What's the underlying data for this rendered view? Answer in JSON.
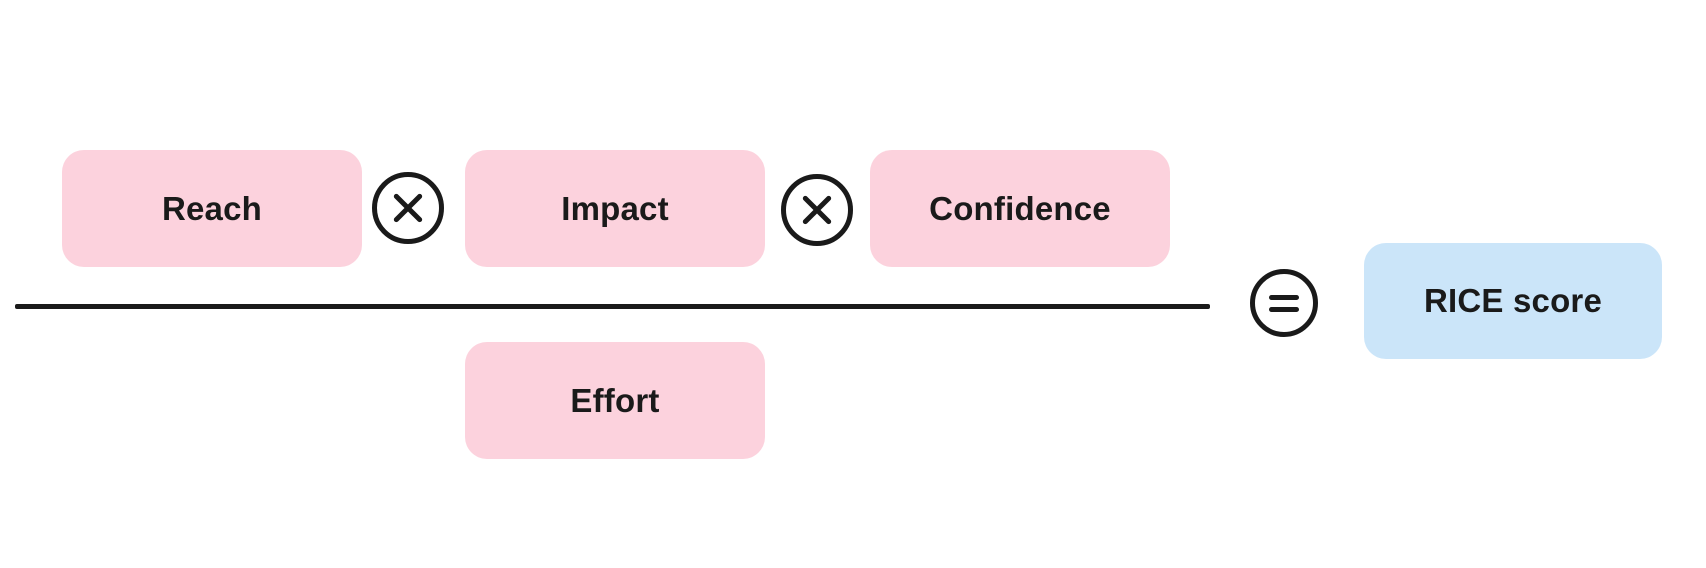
{
  "colors": {
    "factor_box_fill": "#fcd2dd",
    "result_box_fill": "#cbe5f9",
    "ink": "#1a1a1a",
    "background": "#ffffff"
  },
  "formula": {
    "numerator_factors": [
      {
        "label": "Reach"
      },
      {
        "label": "Impact"
      },
      {
        "label": "Confidence"
      }
    ],
    "denominator": {
      "label": "Effort"
    },
    "result": {
      "label": "RICE score"
    },
    "operators": {
      "multiply": "×",
      "equals": "="
    }
  },
  "icons": {
    "multiply": "circled-x-icon",
    "equals": "circled-equals-icon"
  }
}
